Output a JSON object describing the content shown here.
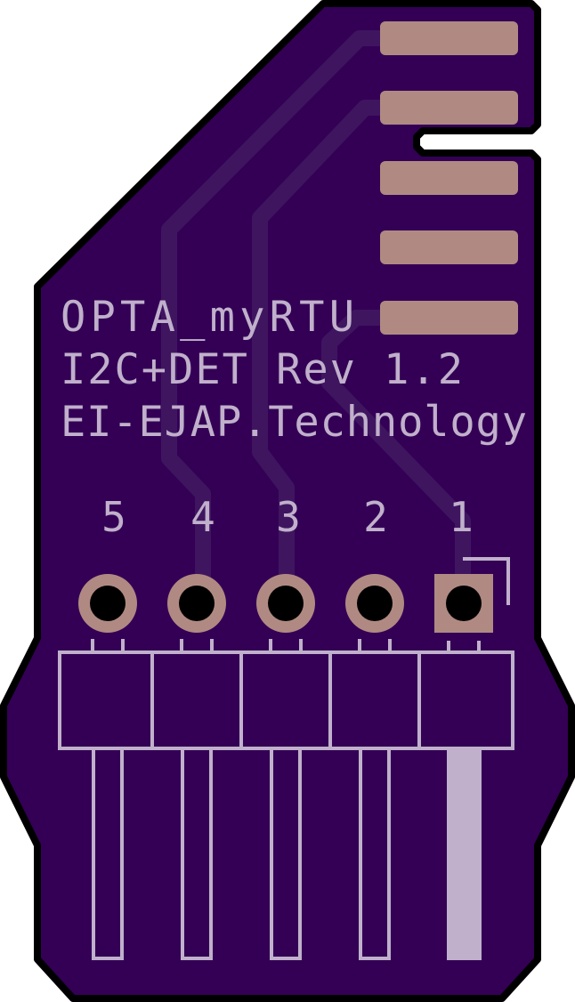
{
  "board": {
    "silkscreen_lines": [
      "OPTA_myRTU",
      "I2C+DET Rev 1.2",
      "EI-EJAP.Technology"
    ],
    "pin_numbers": [
      "5",
      "4",
      "3",
      "2",
      "1"
    ],
    "edge_pad_count": 5
  },
  "colors": {
    "board": "#330055",
    "outline": "#000000",
    "trace": "#3f1560",
    "copper_pad": "#b08a82",
    "silkscreen": "#c0b0cb",
    "drill": "#000000"
  }
}
